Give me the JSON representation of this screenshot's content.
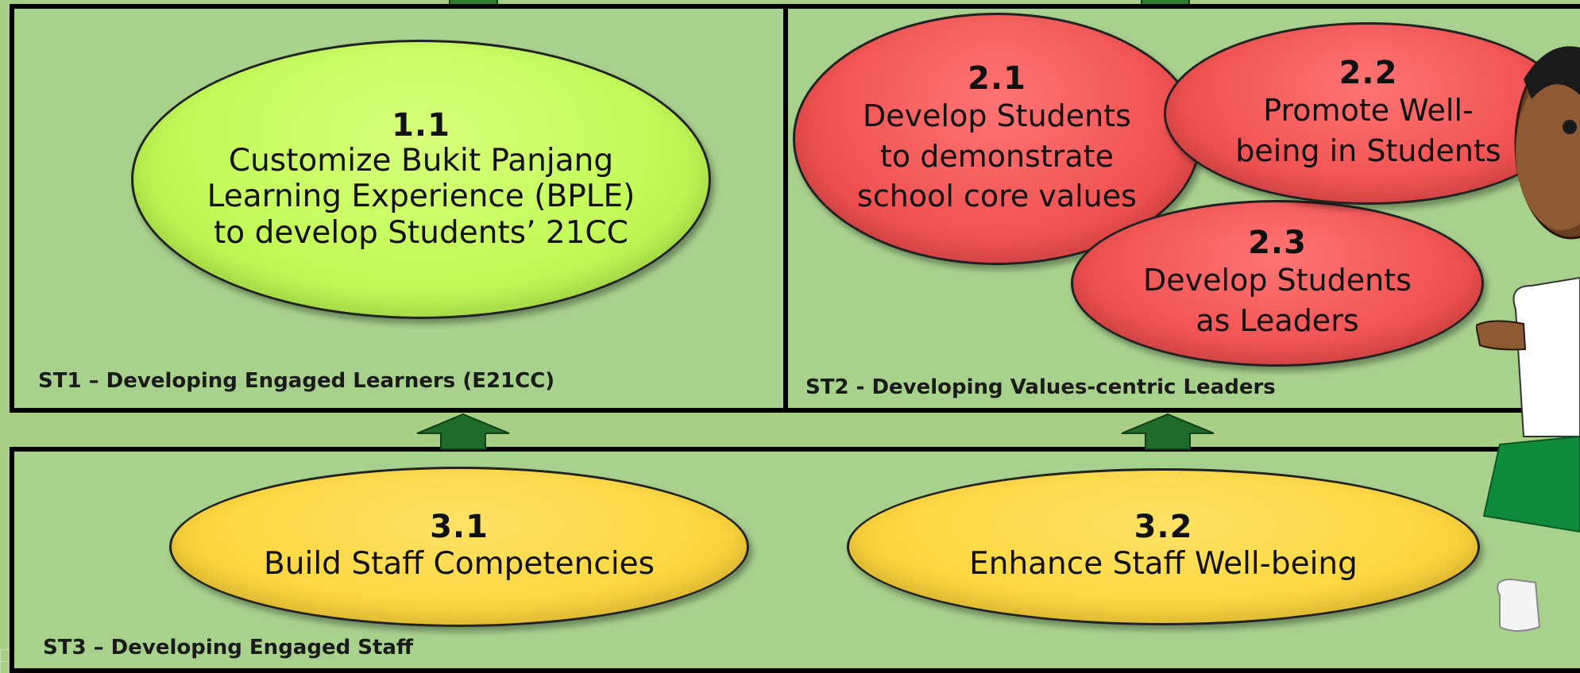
{
  "panels": [
    {
      "label": "ST1 – Developing Engaged Learners (E21CC)"
    },
    {
      "label": "ST2 - Developing Values-centric Leaders"
    },
    {
      "label": "ST3 – Developing Engaged Staff"
    }
  ],
  "goals": {
    "g11": {
      "number": "1.1",
      "text": "Customize Bukit Panjang Learning Experience (BPLE) to develop Students’ 21CC"
    },
    "g21": {
      "number": "2.1",
      "text": "Develop Students to demonstrate school core values"
    },
    "g22": {
      "number": "2.2",
      "text": "Promote Well-being in Students"
    },
    "g23": {
      "number": "2.3",
      "text": "Develop Students as Leaders"
    },
    "g31": {
      "number": "3.1",
      "text": "Build Staff Competencies"
    },
    "g32": {
      "number": "3.2",
      "text": "Enhance Staff Well-being"
    }
  },
  "colors": {
    "background": "#a9cf87",
    "goal_st1": "#c4fa5a",
    "goal_st2": "#f25555",
    "goal_st3": "#fdd843",
    "arrow": "#1f6b2a",
    "border": "#000000"
  },
  "icons": [
    "up-arrow-icon",
    "student-character-illustration"
  ]
}
